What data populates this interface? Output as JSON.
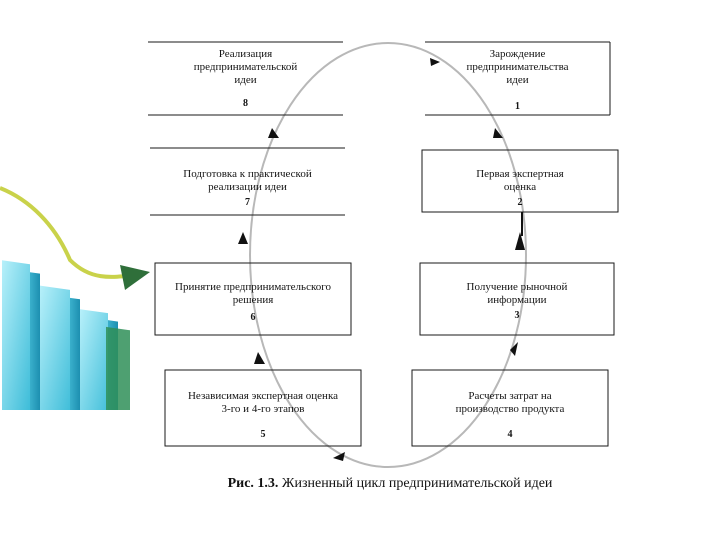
{
  "stages": [
    {
      "id": 1,
      "text": "Зарождение\nпредпринимательства\nидеи",
      "num": "1"
    },
    {
      "id": 2,
      "text": "Первая экспертная\nоценка",
      "num": "2"
    },
    {
      "id": 3,
      "text": "Получение рыночной\nинформации",
      "num": "3"
    },
    {
      "id": 4,
      "text": "Расчеты затрат на\nпроизводство продукта",
      "num": "4"
    },
    {
      "id": 5,
      "text": "Независимая экспертная оценка\n3-го и 4-го этапов",
      "num": "5"
    },
    {
      "id": 6,
      "text": "Принятие предпринимательского\nрешения",
      "num": "6"
    },
    {
      "id": 7,
      "text": "Подготовка к практической\nреализации идеи",
      "num": "7"
    },
    {
      "id": 8,
      "text": "Реализация\nпредпринимательской\nидеи",
      "num": "8"
    }
  ],
  "caption": {
    "prefix": "Рис. 1.3.",
    "text": "Жизненный цикл предпринимательской идеи"
  },
  "colors": {
    "line": "#1a1a1a",
    "cycle": "#b8b8b8",
    "arrow": "#111111",
    "deco_cyan": "#5fd0e6",
    "deco_green": "#2f8f58",
    "deco_vine": "#c9d24a"
  }
}
